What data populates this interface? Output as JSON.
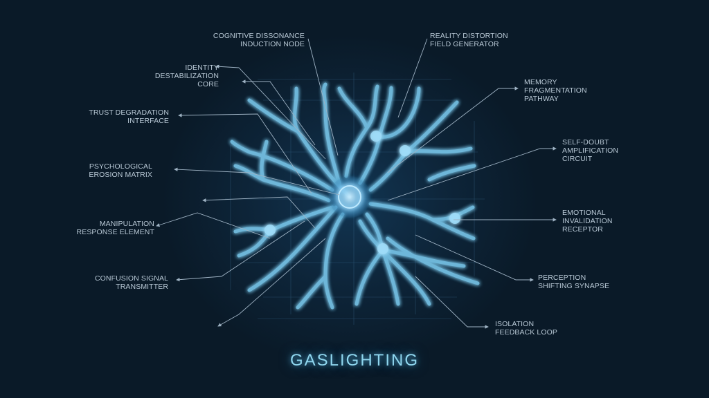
{
  "title": "GASLIGHTING",
  "colors": {
    "background": "#0a1a28",
    "neuron_glow": "#6fc6f0",
    "label_text": "#b9c9d6",
    "title_text": "#8fd6ee",
    "leader_line": "#9fb3c4"
  },
  "labels_left": [
    {
      "id": "identity",
      "text": "IDENTITY\nDESTABILIZATION\nCORE"
    },
    {
      "id": "trust",
      "text": "TRUST DEGRADATION\nINTERFACE"
    },
    {
      "id": "erosion",
      "text": "PSYCHOLOGICAL\nEROSION MATRIX"
    },
    {
      "id": "manipulation",
      "text": "MANIPULATION\nRESPONSE ELEMENT"
    },
    {
      "id": "confusion",
      "text": "CONFUSION SIGNAL\nTRANSMITTER"
    }
  ],
  "labels_top": [
    {
      "id": "cognitive",
      "text": "COGNITIVE DISSONANCE\nINDUCTION NODE"
    },
    {
      "id": "reality",
      "text": "REALITY DISTORTION\nFIELD GENERATOR"
    }
  ],
  "labels_right": [
    {
      "id": "memory",
      "text": "MEMORY\nFRAGMENTATION\nPATHWAY"
    },
    {
      "id": "selfdoubt",
      "text": "SELF-DOUBT\nAMPLIFICATION\nCIRCUIT"
    },
    {
      "id": "emotional",
      "text": "EMOTIONAL\nINVALIDATION\nRECEPTOR"
    },
    {
      "id": "perception",
      "text": "PERCEPTION\nSHIFTING SYNAPSE"
    },
    {
      "id": "isolation",
      "text": "ISOLATION\nFEEDBACK LOOP"
    }
  ]
}
